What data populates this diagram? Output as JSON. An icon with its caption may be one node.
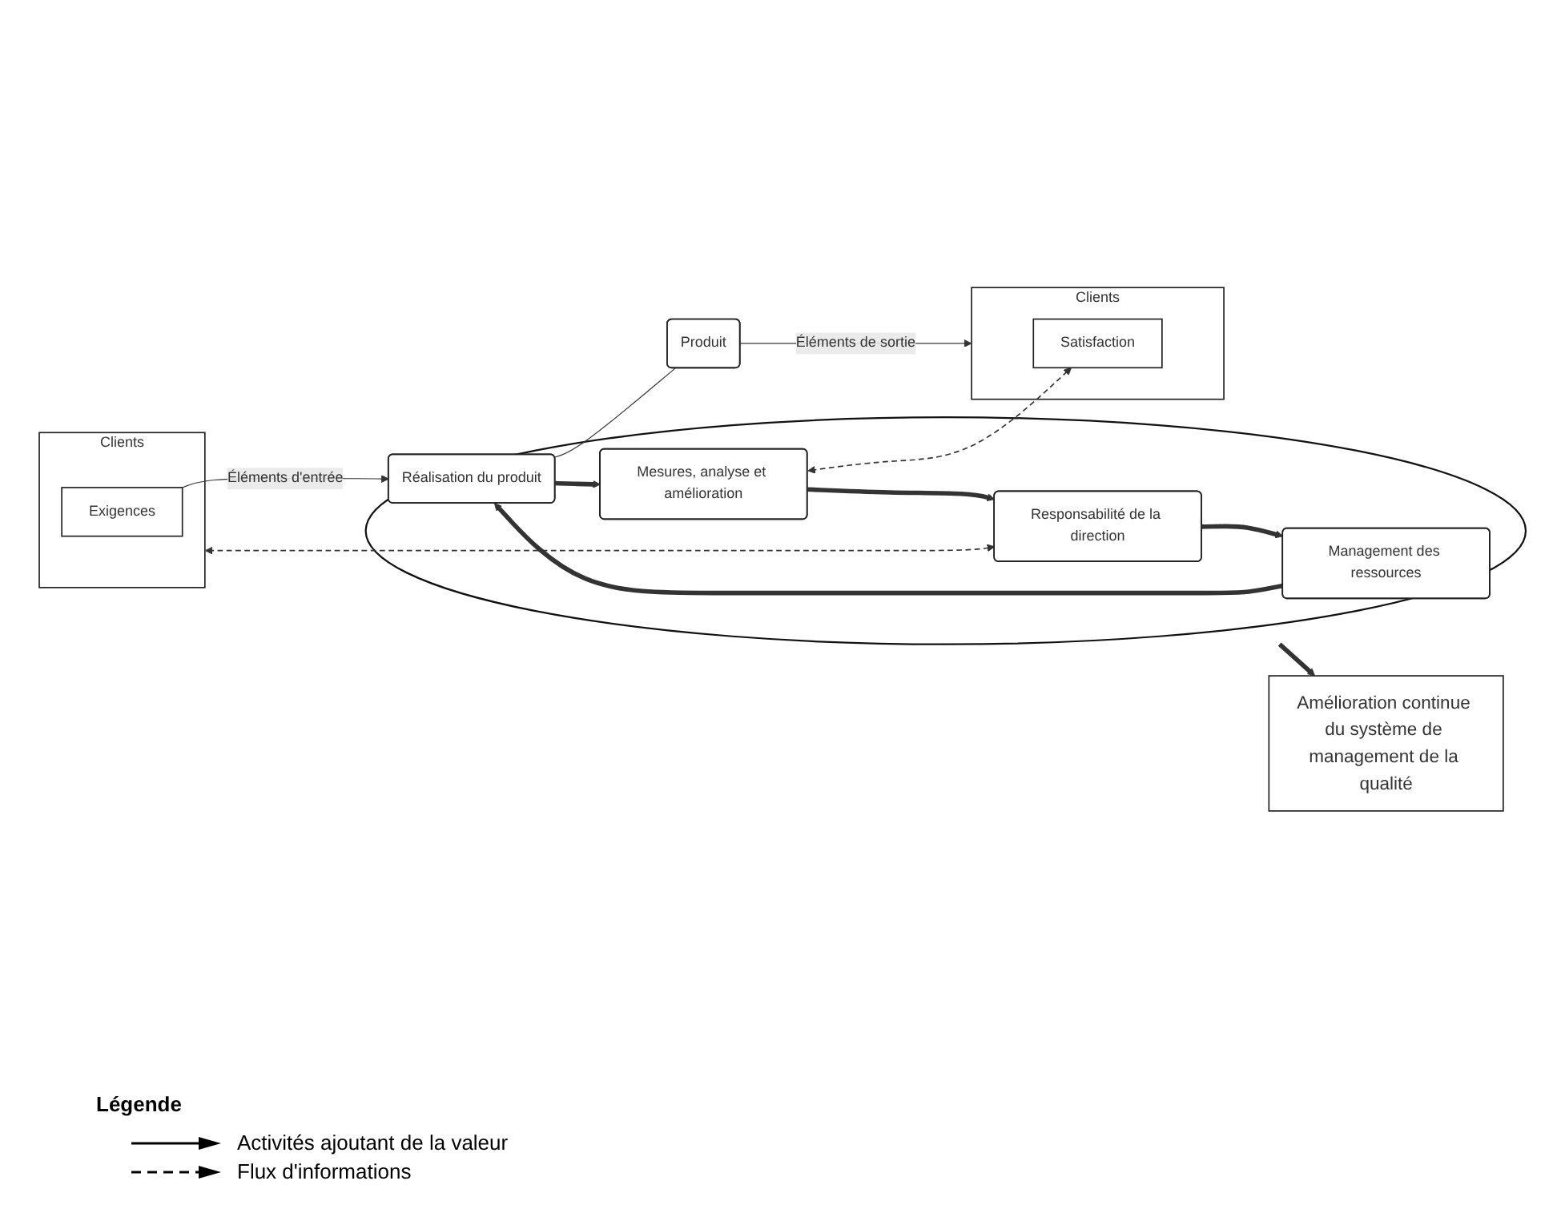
{
  "diagram": {
    "nodes": [
      {
        "text": [
          "Amélioration continue du système de management de la qualité"
        ]
      },
      {
        "text": [
          "Clients"
        ]
      },
      {
        "text": [
          "Exigences"
        ],
        "in": 1
      },
      {
        "text": [],
        "shape": "circle"
      },
      {
        "text": [
          "Responsabilité de la direction"
        ],
        "in": 3
      },
      {
        "text": [
          "Management des ressources"
        ],
        "in": 3
      },
      {
        "text": [
          "Mesures, analyse et amélioration"
        ],
        "in": 3
      },
      {
        "text": [
          "Réalisation du produit"
        ],
        "in": 3
      },
      {
        "text": [
          "Produit"
        ]
      },
      {
        "text": [
          "Clients"
        ]
      },
      {
        "text": [
          "Satisfaction"
        ],
        "in": 9
      }
    ],
    "edges": [
      {
        "from": 1,
        "to": 4,
        "arrow": "both",
        "style": "dashed"
      },
      {
        "from": 4,
        "to": 5,
        "arrow": "to",
        "style": "thick"
      },
      {
        "from": 5,
        "to": 7,
        "arrow": "to",
        "style": "thick"
      },
      {
        "from": 7,
        "to": 6,
        "arrow": "to",
        "style": "thick"
      },
      {
        "from": 6,
        "to": 4,
        "arrow": "to",
        "style": "thick"
      },
      {
        "from": 6,
        "to": 10,
        "arrow": "both",
        "style": "dashed"
      },
      {
        "from": 2,
        "to": 7,
        "label": "Éléments d'entrée",
        "arrow": "to"
      },
      {
        "from": 7,
        "to": 8,
        "arrow": "none"
      },
      {
        "from": 8,
        "to": 9,
        "label": "Éléments de sortie",
        "arrow": "to"
      },
      {
        "from": 3,
        "to": 0,
        "arrow": "to",
        "style": "thick"
      }
    ],
    "labels": [
      "Légende"
    ],
    "legend": [
      {
        "text": "Activités ajoutant de la valeur"
      },
      {
        "text": "Flux d'informations"
      }
    ]
  }
}
